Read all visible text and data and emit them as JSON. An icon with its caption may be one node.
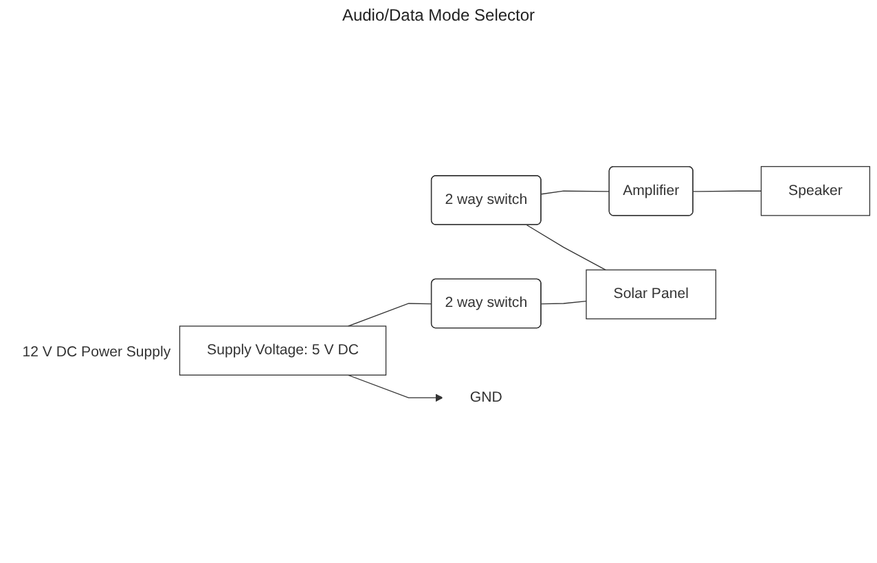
{
  "diagram": {
    "nodes": [
      {
        "text": [
          "Supply Voltage: 5 V DC"
        ],
        "beside": [
          "12 V DC Power Supply"
        ]
      },
      {
        "text": [
          "2 way switch"
        ]
      },
      {
        "text": [
          "2 way switch"
        ]
      },
      {
        "text": [
          "Solar Panel"
        ]
      },
      {
        "text": [
          "Amplifier"
        ]
      },
      {
        "text": [
          "Speaker"
        ]
      },
      {
        "text": [
          "GND"
        ]
      }
    ],
    "edges": [
      {
        "from": 0,
        "to": 2,
        "arrow": "none"
      },
      {
        "from": 1,
        "to": 4,
        "arrow": "none"
      },
      {
        "from": 1,
        "to": 3,
        "arrow": "none"
      },
      {
        "from": 2,
        "to": 3,
        "arrow": "none"
      },
      {
        "from": 4,
        "to": 5,
        "arrow": "none"
      },
      {
        "from": 0,
        "to": 6,
        "arrow": "to"
      }
    ],
    "labels": [
      "Audio/Data Mode Selector"
    ]
  }
}
